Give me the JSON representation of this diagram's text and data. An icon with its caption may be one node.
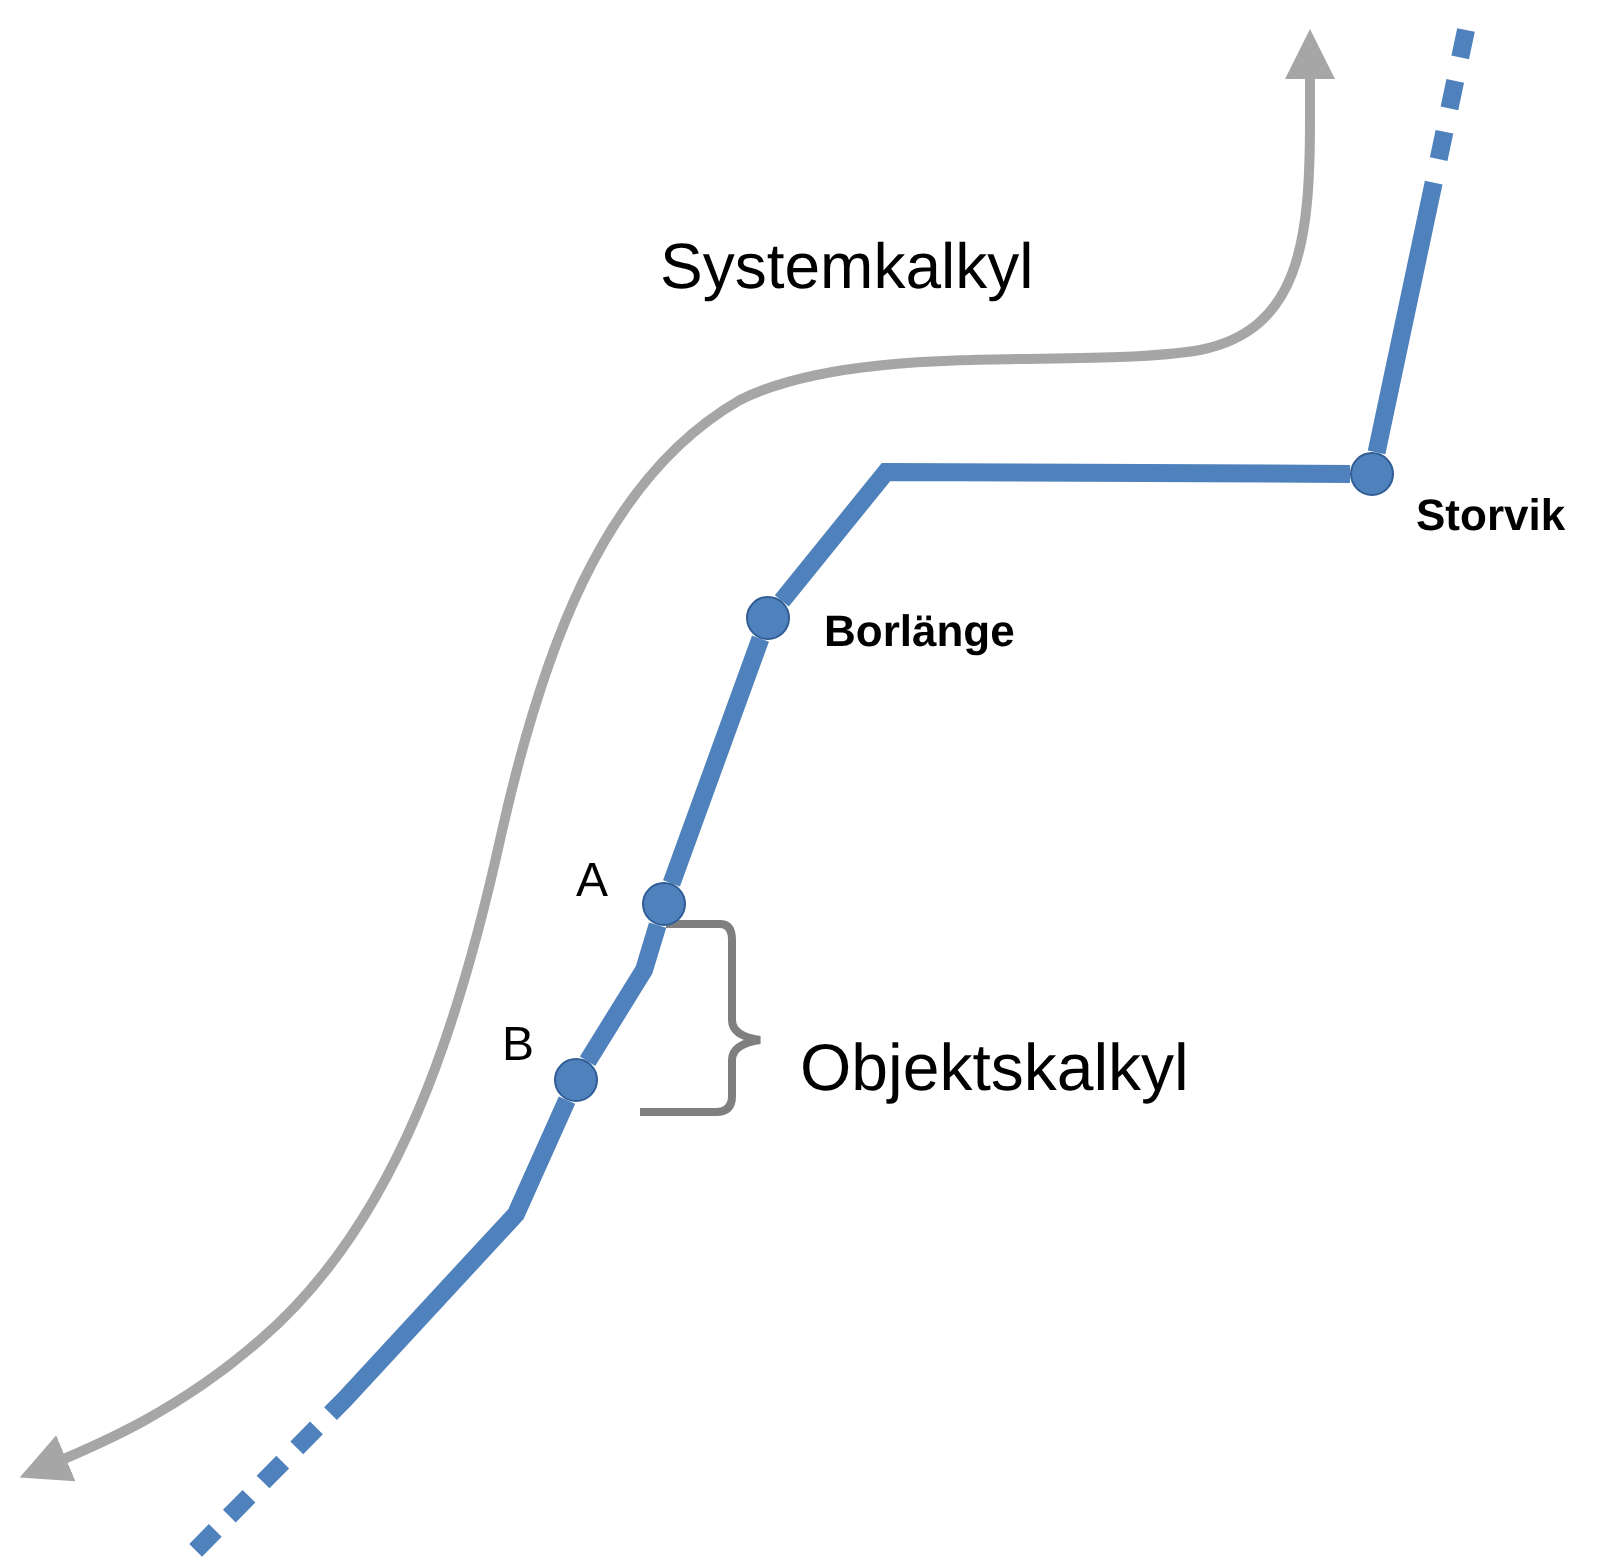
{
  "diagram": {
    "nodes": [
      {
        "text": [
          "Storvik"
        ]
      },
      {
        "text": [
          "Borlänge"
        ]
      },
      {
        "text": [
          "A"
        ]
      },
      {
        "text": [
          "B"
        ]
      }
    ],
    "edges": [
      {
        "from": null,
        "to": 0,
        "arrow": "none",
        "style": "dashed"
      },
      {
        "from": 0,
        "to": 1,
        "arrow": "none"
      },
      {
        "from": 1,
        "to": 2,
        "arrow": "none"
      },
      {
        "from": 2,
        "to": 3,
        "arrow": "none"
      },
      {
        "from": 3,
        "to": null,
        "arrow": "none",
        "style": "dashed"
      }
    ],
    "labels": [
      "Systemkalkyl",
      "Objektskalkyl"
    ]
  }
}
